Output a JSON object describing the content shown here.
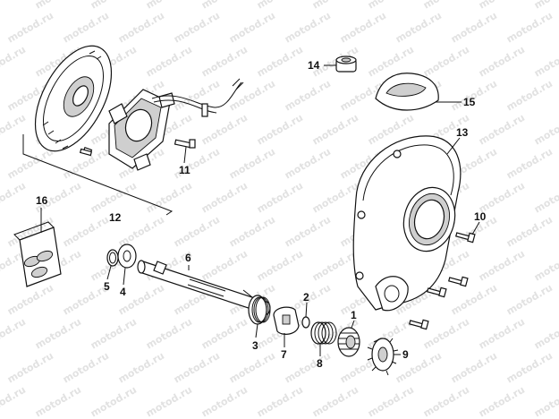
{
  "watermark": {
    "text": "motod.ru"
  },
  "callouts": [
    {
      "id": "p1",
      "label": "1"
    },
    {
      "id": "p2",
      "label": "2"
    },
    {
      "id": "p3",
      "label": "3"
    },
    {
      "id": "p4",
      "label": "4"
    },
    {
      "id": "p5",
      "label": "5"
    },
    {
      "id": "p6",
      "label": "6"
    },
    {
      "id": "p7",
      "label": "7"
    },
    {
      "id": "p8",
      "label": "8"
    },
    {
      "id": "p9",
      "label": "9"
    },
    {
      "id": "p10",
      "label": "10"
    },
    {
      "id": "p11",
      "label": "11"
    },
    {
      "id": "p12",
      "label": "12"
    },
    {
      "id": "p13",
      "label": "13"
    },
    {
      "id": "p14",
      "label": "14"
    },
    {
      "id": "p15",
      "label": "15"
    },
    {
      "id": "p16",
      "label": "16"
    }
  ]
}
